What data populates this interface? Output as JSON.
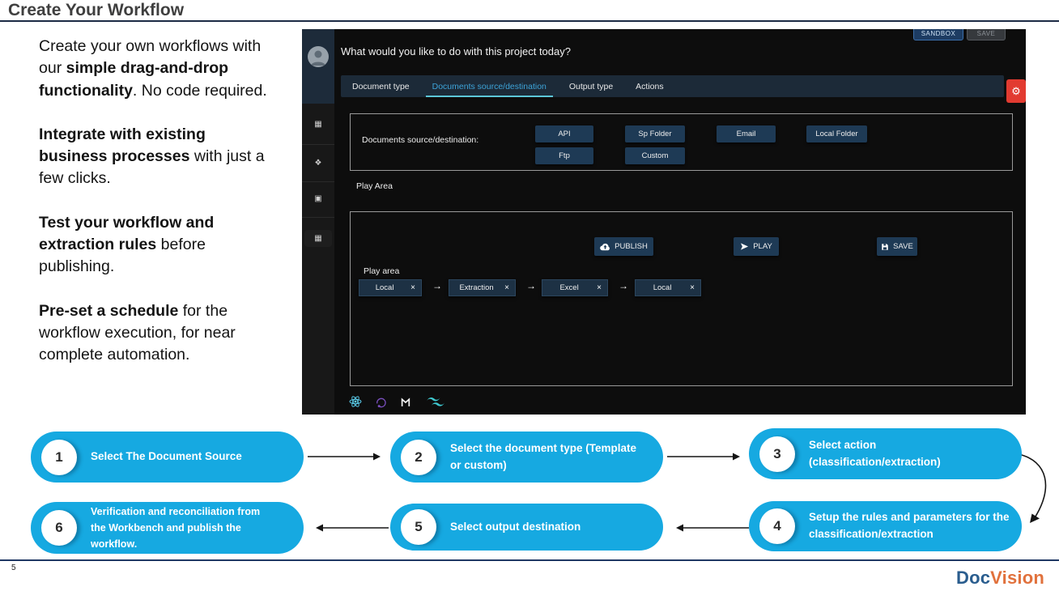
{
  "slide": {
    "title": "Create Your Workflow",
    "page_number": "5",
    "logo": {
      "part1": "Doc",
      "part2": "Vision"
    }
  },
  "intro_paragraphs": [
    {
      "segments": [
        {
          "text": "Create your own workflows with our ",
          "bold": false
        },
        {
          "text": "simple drag-and-drop functionality",
          "bold": true
        },
        {
          "text": ". No code required.",
          "bold": false
        }
      ]
    },
    {
      "segments": [
        {
          "text": "Integrate with existing business processes",
          "bold": true
        },
        {
          "text": " with just a few clicks.",
          "bold": false
        }
      ]
    },
    {
      "segments": [
        {
          "text": "Test your workflow and extraction rules",
          "bold": true
        },
        {
          "text": " before publishing.",
          "bold": false
        }
      ]
    },
    {
      "segments": [
        {
          "text": "Pre-set a schedule",
          "bold": true
        },
        {
          "text": " for the workflow execution, for near complete automation.",
          "bold": false
        }
      ]
    }
  ],
  "app": {
    "header": {
      "question": "What would you like to do with this project today?",
      "sandbox_button": "SANDBOX",
      "save_button": "SAVE"
    },
    "tabs": [
      {
        "label": "Document type",
        "active": false
      },
      {
        "label": "Documents source/destination",
        "active": true
      },
      {
        "label": "Output type",
        "active": false
      },
      {
        "label": "Actions",
        "active": false
      }
    ],
    "source_section": {
      "label": "Documents source/destination:",
      "buttons_row1": [
        "API",
        "Sp Folder",
        "Email",
        "Local Folder"
      ],
      "buttons_row2": [
        "Ftp",
        "Custom"
      ]
    },
    "play_area_label": "Play Area",
    "play_panel": {
      "label": "Play area",
      "publish_button": "PUBLISH",
      "play_button": "PLAY",
      "save_button": "SAVE",
      "workflow_chips": [
        "Local",
        "Extraction",
        "Excel",
        "Local"
      ],
      "chip_close": "×",
      "chip_arrow": "→"
    },
    "tech_icons": [
      "react-logo",
      "redux-logo",
      "mui-logo",
      "tailwind-logo"
    ]
  },
  "steps": [
    {
      "number": "1",
      "label": "Select The Document Source"
    },
    {
      "number": "2",
      "label": "Select the document type (Template\nor custom)"
    },
    {
      "number": "3",
      "label": "Select action\n(classification/extraction)"
    },
    {
      "number": "4",
      "label": "Setup the rules and parameters for the\nclassification/extraction"
    },
    {
      "number": "5",
      "label": "Select output destination"
    },
    {
      "number": "6",
      "label": "Verification and reconciliation from\nthe Workbench and publish the\nworkflow."
    }
  ],
  "colors": {
    "pill_blue": "#16a9e1",
    "app_button_blue": "#1e3a55",
    "active_tab_blue": "#3da4d9",
    "tab_underline_cyan": "#5cc6d8",
    "gear_red": "#e23b31",
    "logo_doc_blue": "#2a5d8e",
    "logo_vision_orange": "#e1713c",
    "rule_navy": "#1f3864"
  }
}
